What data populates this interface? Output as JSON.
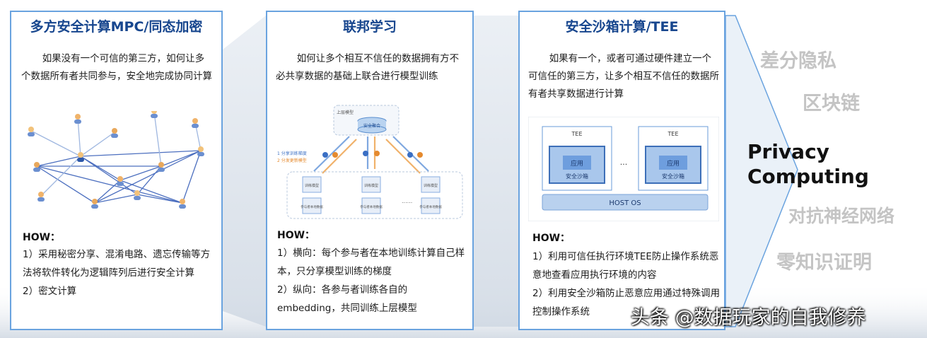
{
  "panels": [
    {
      "title": "多方安全计算MPC/同态加密",
      "description": "如果没有一个可信的第三方，如何让多个数据所有者共同参与，安全地完成协同计算",
      "how_label": "HOW：",
      "items": [
        "1）采用秘密分享、混淆电路、遗忘传输等方法将软件转化为逻辑阵列后进行安全计算",
        "2）密文计算"
      ]
    },
    {
      "title": "联邦学习",
      "description": "如何让多个相互不信任的数据拥有方不必共享数据的基础上联合进行模型训练",
      "how_label": "HOW：",
      "items": [
        "1）横向：每个参与者在本地训练计算自己样本，只分享模型训练的梯度",
        "2）纵向：各参与者训练各自的embedding，共同训练上层模型"
      ],
      "figure": {
        "top_label": "上层模型",
        "server_label": "安全聚合",
        "legend_1": "1 分享训练梯度",
        "legend_2": "2 分发更新模型",
        "model_label": "训练模型",
        "data_label": "参与者本地数据",
        "ellipsis": "......"
      }
    },
    {
      "title": "安全沙箱计算/TEE",
      "description": "如果有一个，或者可通过硬件建立一个可信任的第三方，让多个相互不信任的数据所有者共享数据进行计算",
      "how_label": "HOW：",
      "items": [
        "1）利用可信任执行环境TEE防止操作系统恶意地查看应用执行环境的内容",
        "2）利用安全沙箱防止恶意应用通过特殊调用控制操作系统"
      ],
      "figure": {
        "tee_label": "TEE",
        "app_label": "应用",
        "sandbox_label": "安全沙箱",
        "ellipsis": "...",
        "host_label": "HOST OS"
      }
    }
  ],
  "side_terms": [
    "差分隐私",
    "区块链",
    "对抗神经网络",
    "零知识证明"
  ],
  "privacy_computing": [
    "Privacy",
    "Computing"
  ],
  "watermark": "头条 @数据玩家的自我修养",
  "colors": {
    "title": "#17468e",
    "border": "#6aa3df",
    "side_text": "#c4c4c4"
  }
}
